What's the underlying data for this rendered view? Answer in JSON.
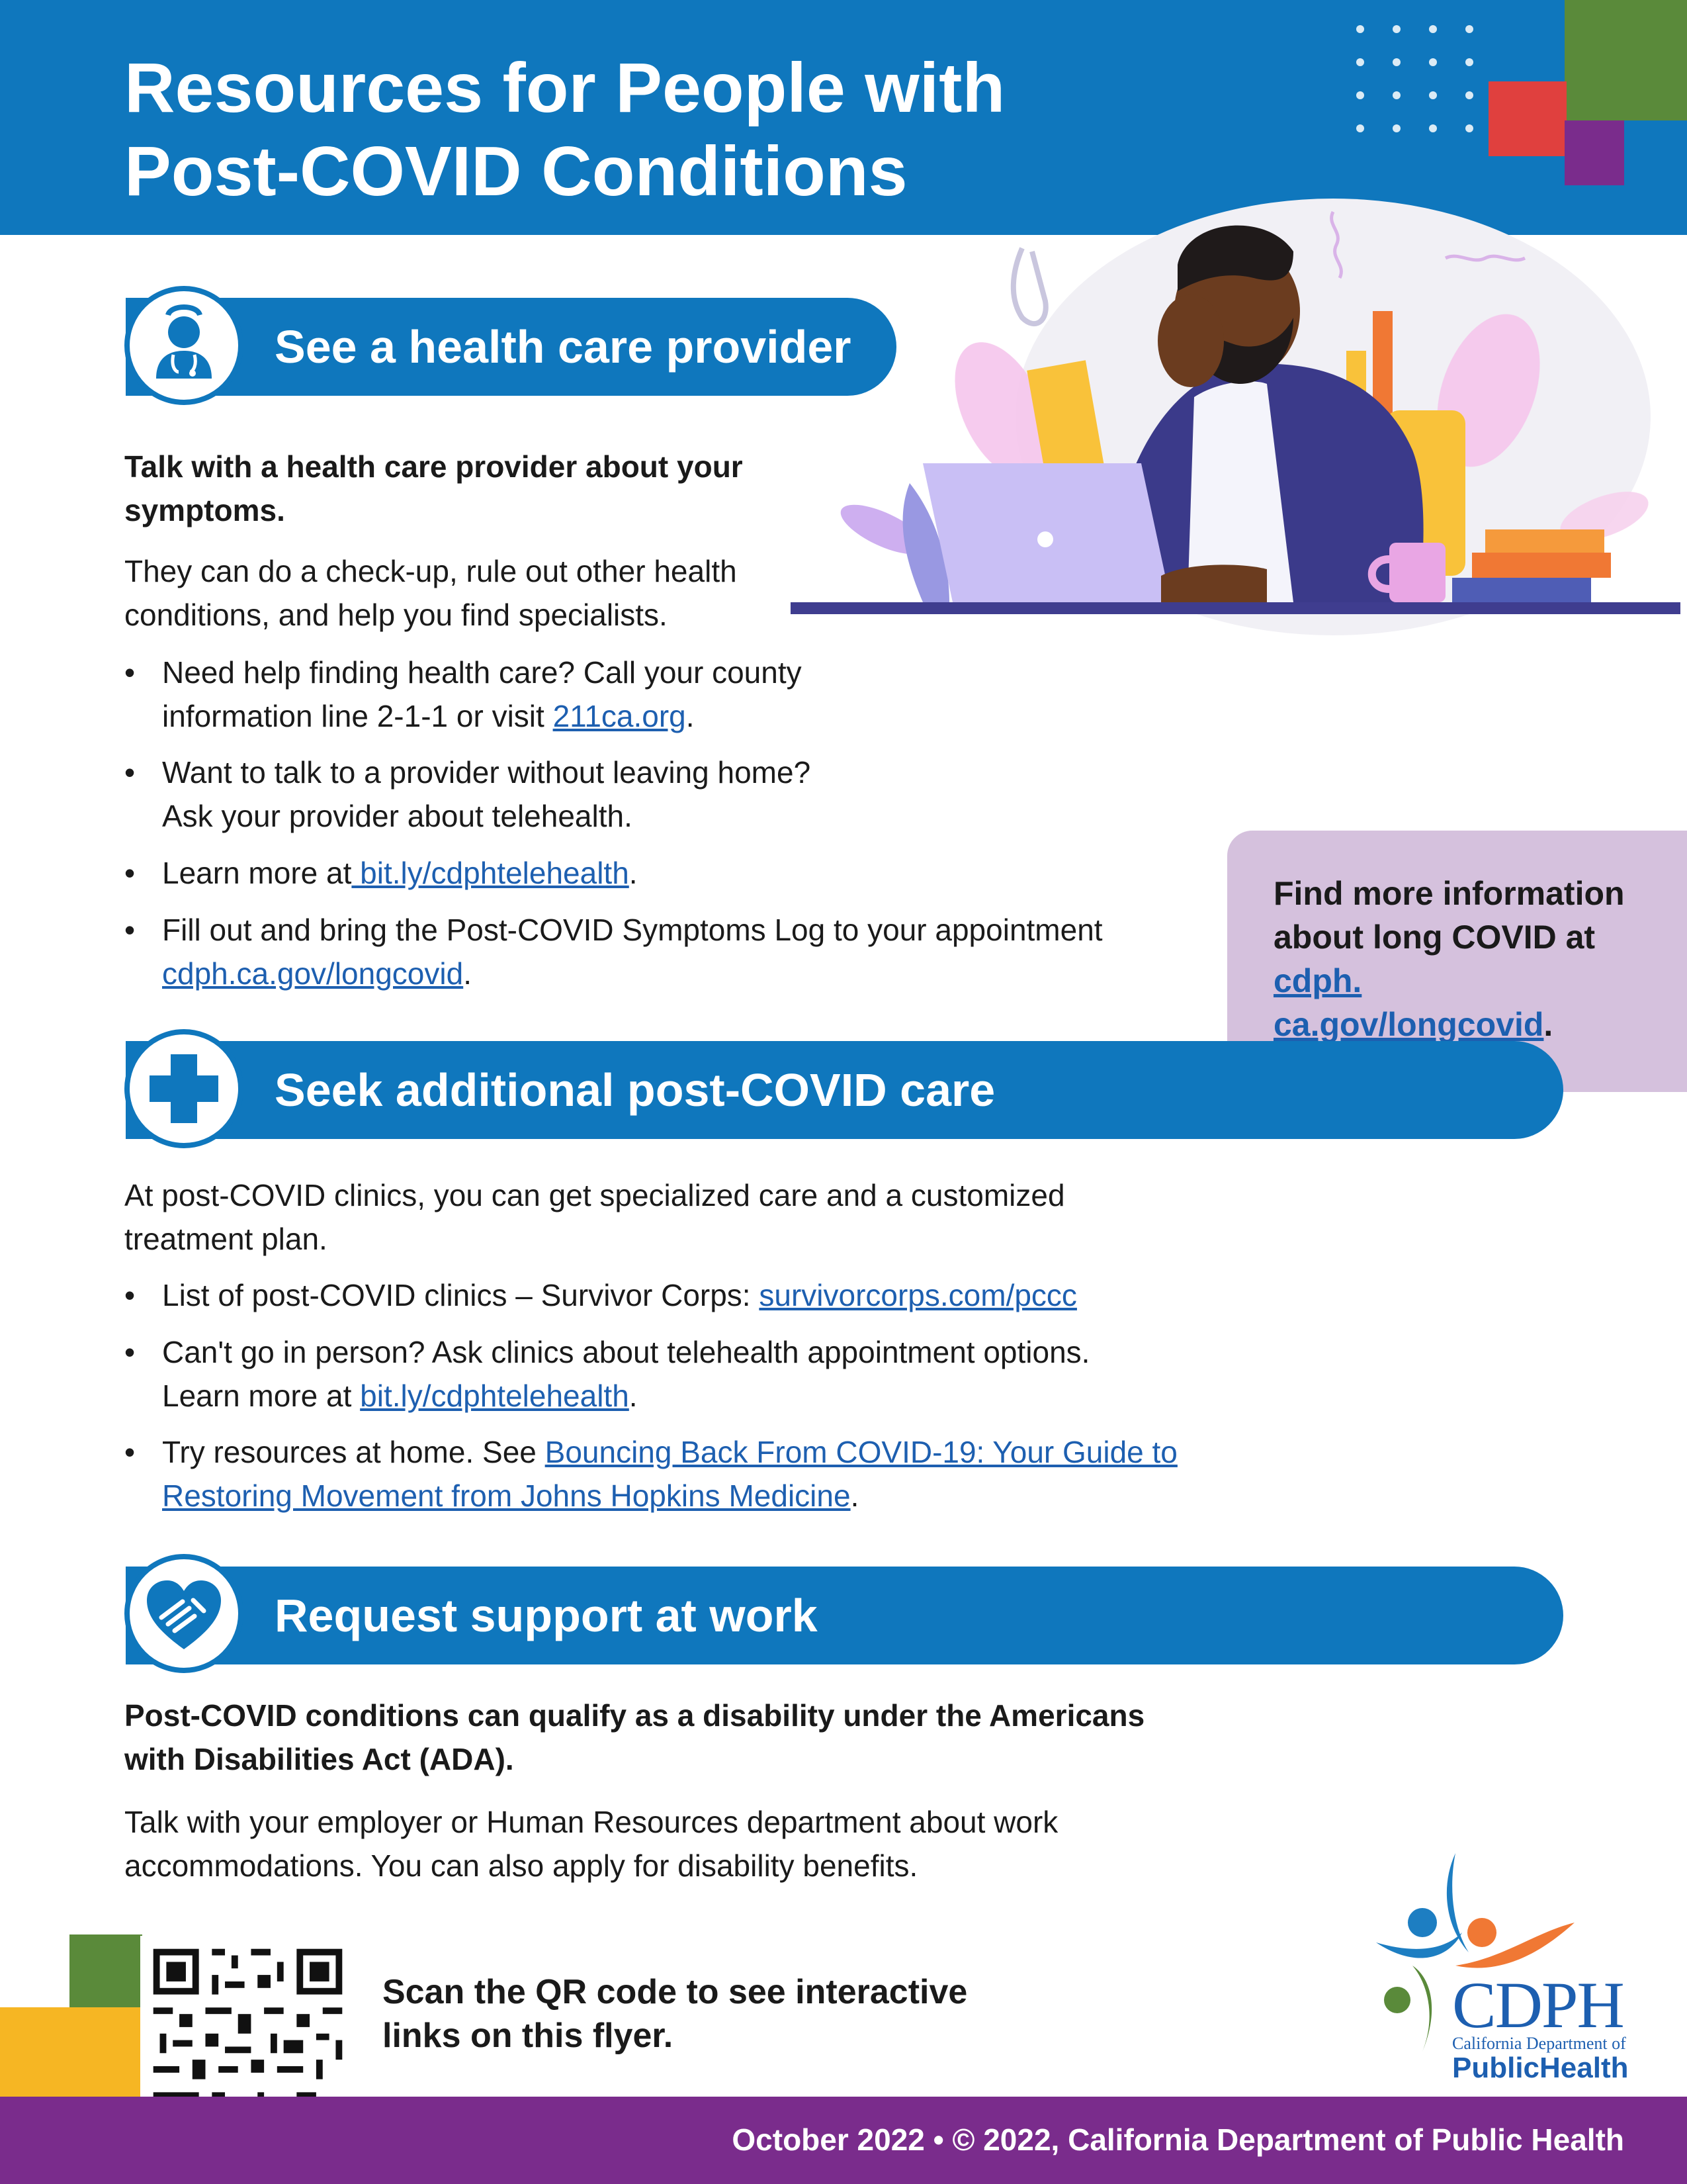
{
  "header": {
    "title_line1": "Resources for People with",
    "title_line2": "Post-COVID Conditions"
  },
  "sections": {
    "provider": {
      "heading": "See a health care provider",
      "icon": "doctor-icon",
      "intro_bold": "Talk with a health care provider about your symptoms.",
      "intro": "They can do a check-up, rule out other health conditions, and help you find specialists.",
      "bullet1_text": "Need help finding health care? Call your county information line 2-1-1 or visit ",
      "bullet1_link": "211ca.org",
      "bullet2_line1": "Want to talk to a provider without leaving home?",
      "bullet2_line2": "Ask your provider about telehealth.",
      "bullet3_text": "Learn more at",
      "bullet3_link": " bit.ly/cdphtelehealth",
      "bullet4_text": "Fill out and bring the Post-COVID Symptoms Log to your appointment",
      "bullet4_link": "cdph.ca.gov/longcovid"
    },
    "care": {
      "heading": "Seek additional post-COVID care",
      "icon": "medical-cross-icon",
      "intro": "At post-COVID clinics, you can get specialized care and a customized treatment plan.",
      "bullet1_text": "List of post-COVID clinics – Survivor Corps: ",
      "bullet1_link": "survivorcorps.com/pccc",
      "bullet2_line1": "Can't go in person? Ask clinics about telehealth appointment options.",
      "bullet2_text": "Learn more at ",
      "bullet2_link": "bit.ly/cdphtelehealth",
      "bullet3_text": "Try resources at home. See ",
      "bullet3_link": "Bouncing Back From COVID-19: Your Guide to Restoring Movement from Johns Hopkins Medicine"
    },
    "work": {
      "heading": "Request support at work",
      "icon": "heart-handshake-icon",
      "intro_bold": "Post-COVID conditions can qualify as a disability under the Americans with Disabilities Act (ADA).",
      "intro": "Talk with your employer or Human Resources department about work accommodations. You can also apply for disability benefits."
    }
  },
  "callout": {
    "text": "Find more information about long COVID at ",
    "link": "cdph. ca.gov/longcovid",
    "end": "."
  },
  "footer": {
    "qr_caption": "Scan the QR code to see interactive links on this flyer.",
    "date_copyright": "October 2022 • © 2022, California Department of Public Health",
    "logo_main": "CDPH",
    "logo_sub1": "California Department of",
    "logo_sub2": "PublicHealth"
  },
  "colors": {
    "brand_blue": "#0f77bd",
    "link_blue": "#1d5fb0",
    "purple": "#7a2c8c",
    "lavender": "#d5c1dd",
    "green": "#5a8a3a",
    "red": "#e0403e",
    "yellow": "#f6b623"
  }
}
